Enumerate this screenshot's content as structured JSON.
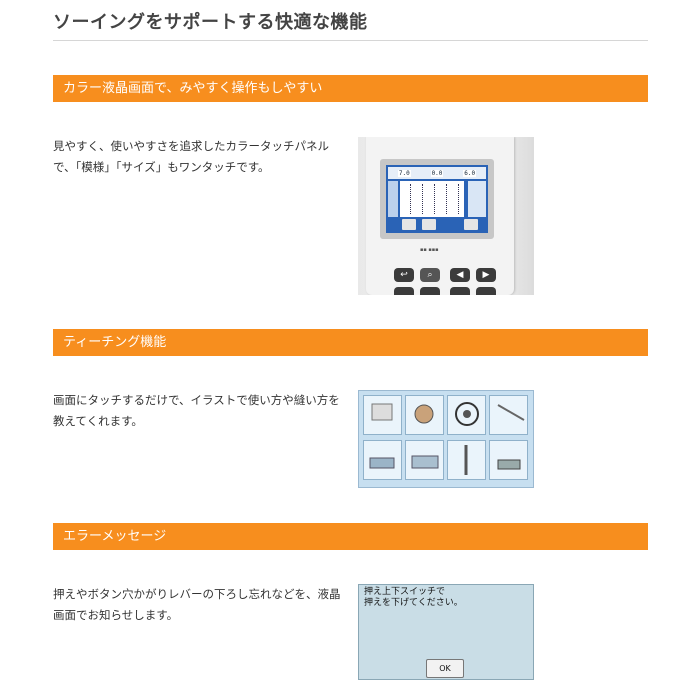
{
  "page": {
    "title": "ソーイングをサポートする快適な機能"
  },
  "sections": [
    {
      "heading": "カラー液晶画面で、みやすく操作もしやすい",
      "text": "見やすく、使いやすさを追求したカラータッチパネルで、「模様」「サイズ」もワンタッチです。"
    },
    {
      "heading": "ティーチング機能",
      "text": "画面にタッチするだけで、イラストで使い方や縫い方を教えてくれます。"
    },
    {
      "heading": "エラーメッセージ",
      "text": "押えやボタン穴かがりレバーの下ろし忘れなどを、液晶画面でお知らせします。"
    }
  ],
  "error_screen": {
    "line1": "押え上下スイッチで",
    "line2": "押えを下げてください。",
    "ok_label": "OK"
  },
  "panel_screen": {
    "values": [
      "7.0",
      "0.0",
      "6.0"
    ]
  },
  "colors": {
    "section_bar": "#f78e1e",
    "lcd_blue": "#2a63b6",
    "teaching_bg": "#c7dff0",
    "error_bg": "#c9dde6"
  }
}
